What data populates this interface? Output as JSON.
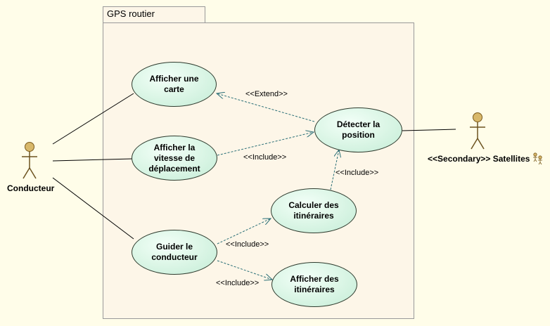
{
  "diagram": {
    "package": {
      "name": "GPS routier"
    },
    "actors": {
      "primary": {
        "name": "Conducteur"
      },
      "secondary": {
        "name": "<<Secondary>> Satellites"
      }
    },
    "use_cases": {
      "afficher_carte": "Afficher une\ncarte",
      "afficher_vitesse": "Afficher la\nvitesse de\ndéplacement",
      "guider_conducteur": "Guider le\nconducteur",
      "detecter_position": "Détecter la\nposition",
      "calculer_itineraires": "Calculer des\nitinéraires",
      "afficher_itineraires": "Afficher des\nitinéraires"
    },
    "relations": {
      "extend_carte": "<<Extend>>",
      "include_vitesse": "<<Include>>",
      "include_calcul_position": "<<Include>>",
      "include_guider_calcul": "<<Include>>",
      "include_guider_afficher": "<<Include>>"
    },
    "colors": {
      "use_case_fill": "#d4f3e2",
      "background": "#fffde9",
      "package_fill": "#fdf6e8",
      "actor_fill": "#d8b86a",
      "dashed_line": "#2a6f77"
    }
  }
}
